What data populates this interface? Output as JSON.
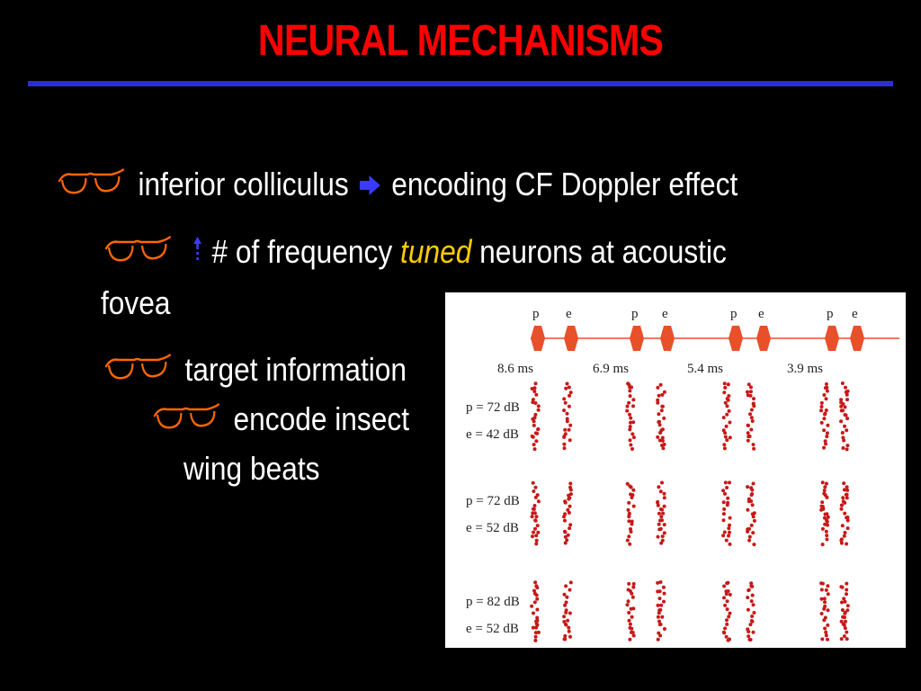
{
  "slide": {
    "title": "NEURAL MECHANISMS",
    "accent_rule_color": "#2d2dd6",
    "title_color": "#ff0000",
    "bullet_icon_color": "#ff6600",
    "emphasis_color": "#ffcc00"
  },
  "bullets": {
    "b1": {
      "icon": "glasses-icon",
      "text_a": "inferior colliculus",
      "arrow": "right-arrow-icon",
      "text_b": "encoding CF Doppler effect"
    },
    "b2": {
      "icon": "glasses-icon",
      "arrow": "up-arrow-icon",
      "text_a": "# of frequency",
      "emphasis": "tuned",
      "text_b": "neurons at acoustic",
      "text_c": "fovea"
    },
    "b3": {
      "icon": "glasses-icon",
      "text": "target information"
    },
    "b4": {
      "icon": "glasses-icon",
      "text": "encode insect",
      "text_cont": "wing beats"
    }
  },
  "figure": {
    "pulse_labels": [
      "p",
      "e",
      "p",
      "e",
      "p",
      "e",
      "p",
      "e"
    ],
    "delays": [
      "8.6 ms",
      "6.9 ms",
      "5.4 ms",
      "3.9 ms"
    ],
    "rows": [
      {
        "p_label": "p = 72 dB",
        "e_label": "e = 42 dB"
      },
      {
        "p_label": "p = 72 dB",
        "e_label": "e = 52 dB"
      },
      {
        "p_label": "p = 82 dB",
        "e_label": "e = 52 dB"
      }
    ],
    "dot_color": "#c81818",
    "pulse_color": "#e8502a"
  }
}
